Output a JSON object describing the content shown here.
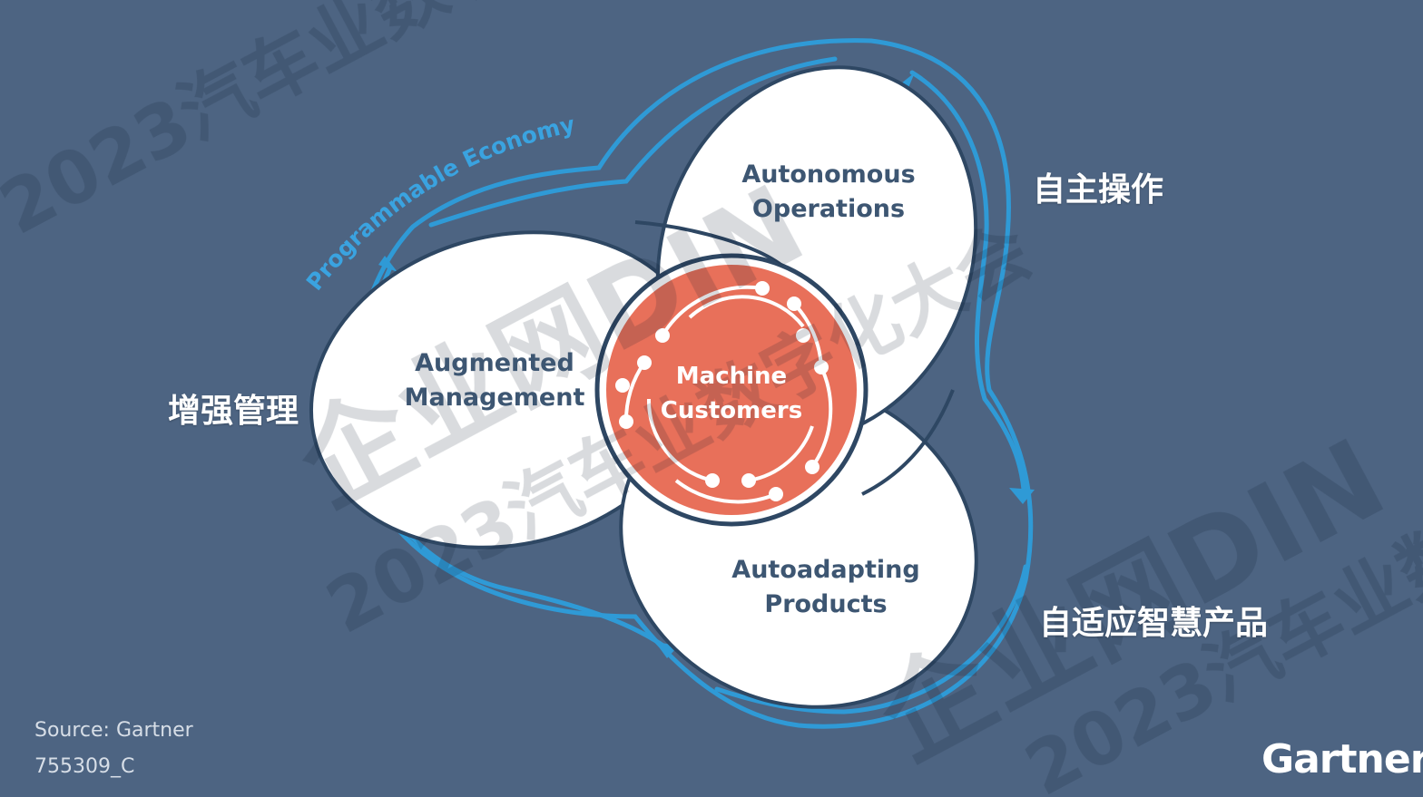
{
  "diagram": {
    "ring_label": "Programmable Economy",
    "petals": {
      "autonomous_operations": {
        "line1": "Autonomous",
        "line2": "Operations"
      },
      "augmented_management": {
        "line1": "Augmented",
        "line2": "Management"
      },
      "autoadapting_products": {
        "line1": "Autoadapting",
        "line2": "Products"
      }
    },
    "core": {
      "line1": "Machine",
      "line2": "Customers"
    }
  },
  "annotations": {
    "autonomous_operations_cn": "自主操作",
    "augmented_management_cn": "增强管理",
    "autoadapting_products_cn": "自适应智慧产品"
  },
  "footer": {
    "source": "Source: Gartner",
    "doc_id": "755309_C",
    "logo": "Gartner."
  },
  "colors": {
    "background": "#4d6482",
    "ring": "#2f9ad6",
    "petal_fill": "#ffffff",
    "petal_stroke": "#2e4763",
    "core": "#e8705a",
    "text_dark": "#3d5672"
  },
  "watermark": [
    "企业网DIN",
    "2023汽车业数字化大会"
  ]
}
